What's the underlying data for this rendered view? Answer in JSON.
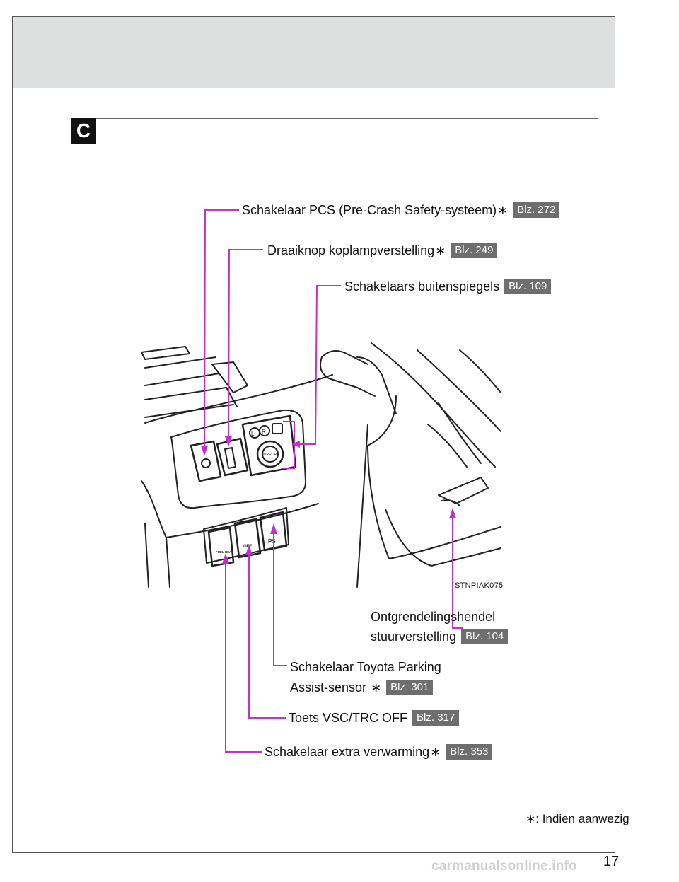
{
  "section": {
    "letter": "C"
  },
  "labels": {
    "pcs": {
      "text": "Schakelaar PCS (Pre-Crash Safety-systeem)",
      "star": "∗",
      "page": "Blz. 272"
    },
    "headlight": {
      "text": "Draaiknop koplampverstelling",
      "star": "∗",
      "page": "Blz. 249"
    },
    "mirrors": {
      "text": "Schakelaars buitenspiegels",
      "page": "Blz. 109"
    },
    "steering_line1": "Ontgrendelingshendel",
    "steering_line2": "stuurverstelling",
    "steering_page": "Blz. 104",
    "parking_line1": "Schakelaar Toyota Parking",
    "parking_line2": "Assist-sensor",
    "parking_star": "∗",
    "parking_page": "Blz. 301",
    "vsc": {
      "text": "Toets VSC/TRC OFF",
      "page": "Blz. 317"
    },
    "heater": {
      "text": "Schakelaar extra verwarming",
      "star": "∗",
      "page": "Blz. 353"
    }
  },
  "illustration": {
    "code": "STNPIAK075",
    "mirror_switch_labels": [
      "L",
      "R"
    ],
    "mirror_knob_label": "MIRROR",
    "button_labels": [
      "PS",
      "OFF",
      "FUEL HEAT"
    ],
    "colors": {
      "leader_line": "#c032c8",
      "badge": "#6e6e6e"
    }
  },
  "footnote": {
    "star": "∗",
    "text": ": Indien aanwezig"
  },
  "page": {
    "number": "17"
  },
  "watermark": {
    "text": "carmanualsonline.info"
  }
}
